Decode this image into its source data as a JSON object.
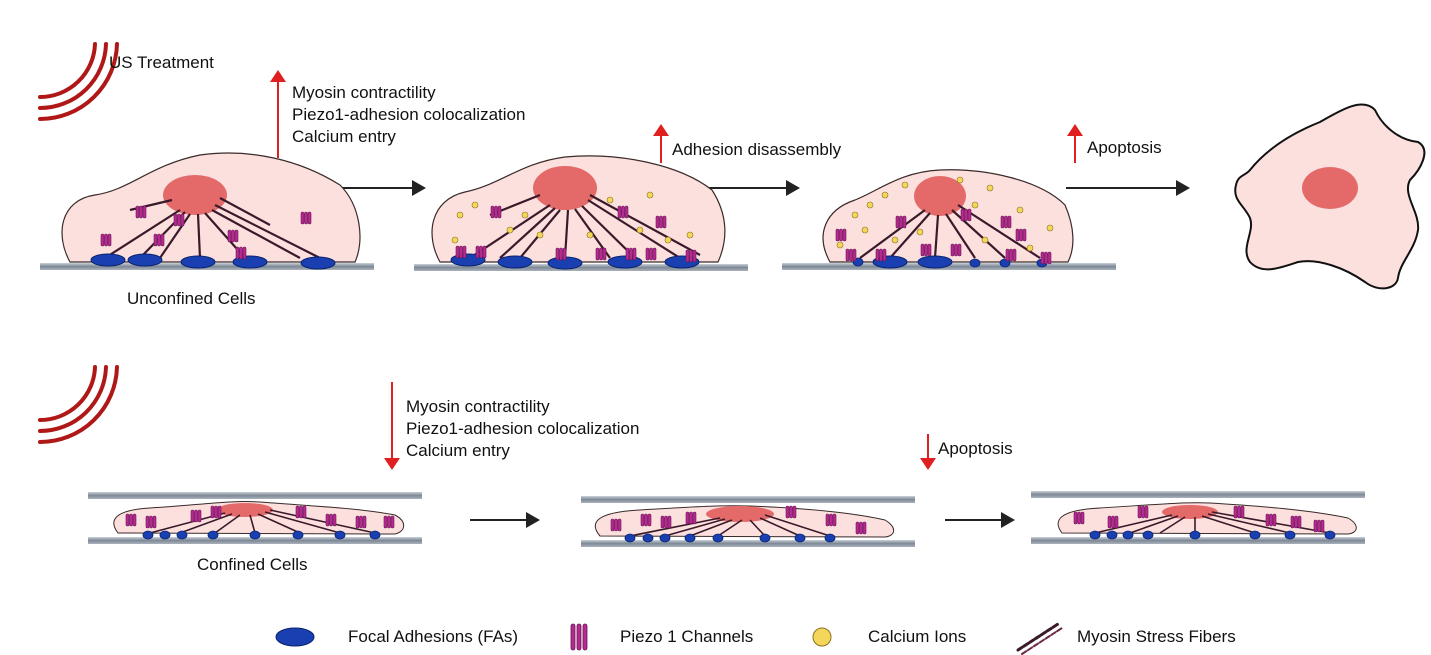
{
  "top": {
    "treatment_label": "US Treatment",
    "step1_lines": [
      "Myosin contractility",
      "Piezo1-adhesion colocalization",
      "Calcium entry"
    ],
    "step2_label": "Adhesion disassembly",
    "step3_label": "Apoptosis",
    "cells_label": "Unconfined Cells",
    "direction": "up"
  },
  "bottom": {
    "step1_lines": [
      "Myosin contractility",
      "Piezo1-adhesion colocalization",
      "Calcium entry"
    ],
    "step2_label": "Apoptosis",
    "cells_label": "Confined Cells",
    "direction": "down"
  },
  "legend": {
    "items": [
      {
        "icon": "focal-adhesion-icon",
        "label": "Focal Adhesions (FAs)"
      },
      {
        "icon": "piezo-channel-icon",
        "label": "Piezo 1 Channels"
      },
      {
        "icon": "calcium-ion-icon",
        "label": "Calcium Ions"
      },
      {
        "icon": "stress-fiber-icon",
        "label": "Myosin Stress Fibers"
      }
    ]
  },
  "colors": {
    "cell_fill": "#fbe0de",
    "nucleus": "#e46a6a",
    "focal_adhesion": "#1a3fb0",
    "piezo": "#b42a8f",
    "calcium": "#f4d65a",
    "fiber": "#3a1a2a",
    "substrate": "#8f9aa6",
    "indicator_arrow": "#e02020",
    "ultrasound": "#b01818"
  }
}
